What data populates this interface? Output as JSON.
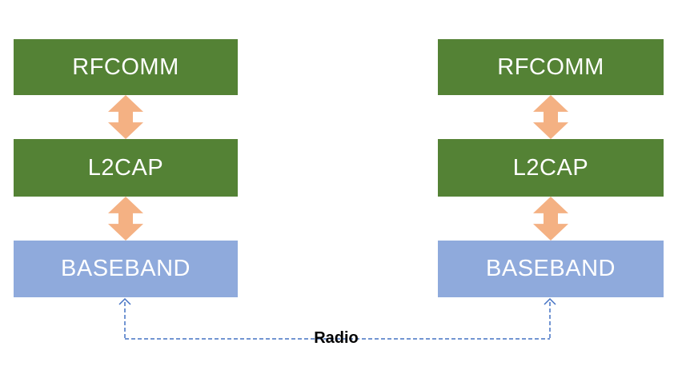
{
  "diagram": {
    "title_hint": "Bluetooth protocol stack diagram with two devices linked over radio",
    "colors": {
      "background": "#ffffff",
      "box_green": "#548235",
      "box_blue": "#8FAADC",
      "box_text": "#ffffff",
      "arrow_orange": "#F4B183",
      "connector_blue": "#4472C4",
      "radio_text": "#000000"
    },
    "stacks": [
      {
        "id": "left-device",
        "layers": [
          {
            "label": "RFCOMM",
            "color_role": "box_green"
          },
          {
            "label": "L2CAP",
            "color_role": "box_green"
          },
          {
            "label": "BASEBAND",
            "color_role": "box_blue"
          }
        ]
      },
      {
        "id": "right-device",
        "layers": [
          {
            "label": "RFCOMM",
            "color_role": "box_green"
          },
          {
            "label": "L2CAP",
            "color_role": "box_green"
          },
          {
            "label": "BASEBAND",
            "color_role": "box_blue"
          }
        ]
      }
    ],
    "interlayer_arrows": [
      {
        "between": [
          "RFCOMM",
          "L2CAP"
        ],
        "stack": "left-device",
        "style": "double-headed-vertical"
      },
      {
        "between": [
          "L2CAP",
          "BASEBAND"
        ],
        "stack": "left-device",
        "style": "double-headed-vertical"
      },
      {
        "between": [
          "RFCOMM",
          "L2CAP"
        ],
        "stack": "right-device",
        "style": "double-headed-vertical"
      },
      {
        "between": [
          "L2CAP",
          "BASEBAND"
        ],
        "stack": "right-device",
        "style": "double-headed-vertical"
      }
    ],
    "radio": {
      "label": "Radio",
      "connects": [
        "left-device BASEBAND",
        "right-device BASEBAND"
      ],
      "line_style": "dashed"
    }
  }
}
